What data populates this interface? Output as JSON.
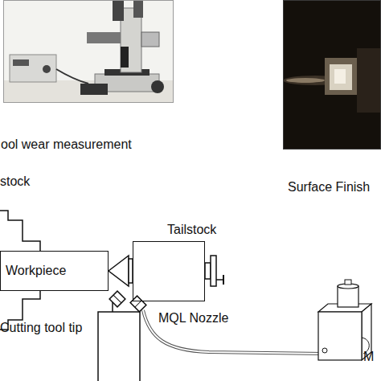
{
  "diagram": {
    "nodes": [
      {
        "text": [
          "ool wear measurement"
        ]
      },
      {
        "text": [
          "Surface Finish"
        ]
      },
      {
        "text": [
          "Workpiece"
        ]
      },
      {
        "text": [
          "Tailstock"
        ]
      }
    ],
    "labels": [
      "stock",
      "MQL Nozzle",
      "Cutting tool tip",
      "M"
    ]
  }
}
